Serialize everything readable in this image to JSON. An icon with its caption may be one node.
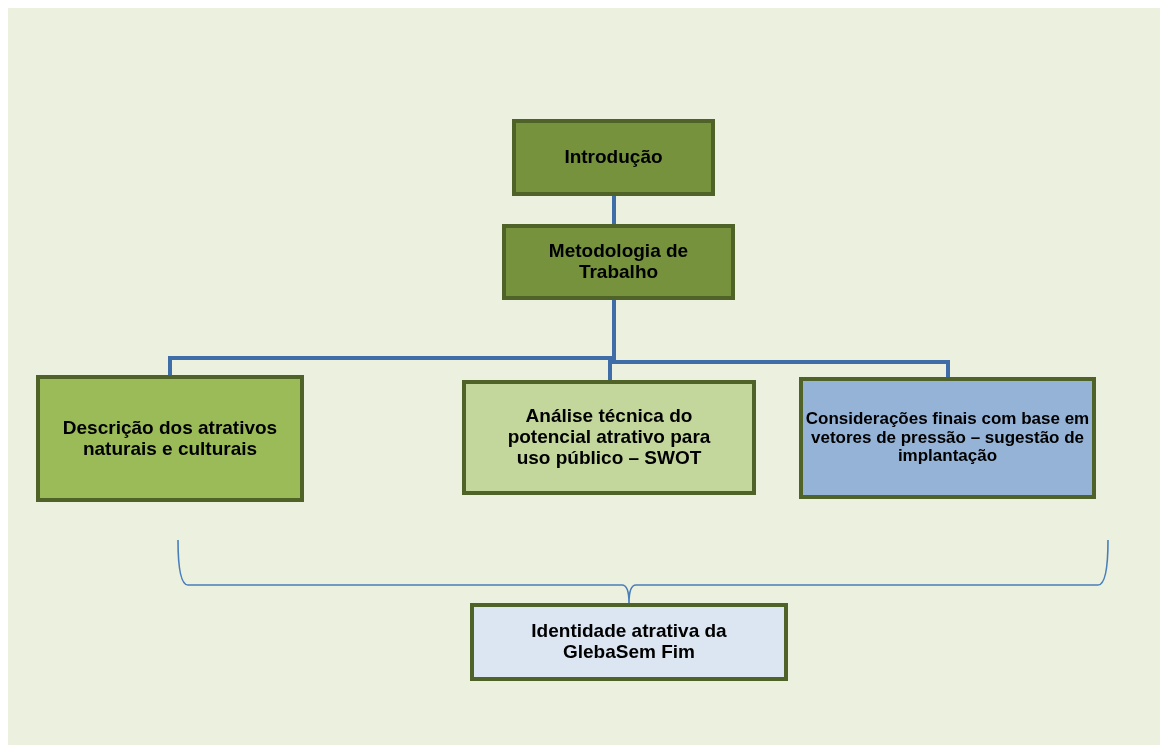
{
  "diagram": {
    "nodes": [
      {
        "text": [
          "Introdução"
        ]
      },
      {
        "text": [
          "Metodologia de Trabalho"
        ]
      },
      {
        "text": [
          "Descrição dos atrativos naturais e culturais"
        ]
      },
      {
        "text": [
          "Análise técnica do potencial atrativo para uso público – SWOT"
        ]
      },
      {
        "text": [
          "Considerações finais com base em vetores de pressão – sugestão de implantação"
        ]
      },
      {
        "text": [
          "Identidade atrativa da GlebaSem Fim"
        ]
      }
    ],
    "edges": [
      {
        "from": 0,
        "to": 1,
        "arrow": "none"
      },
      {
        "from": 1,
        "to": 2,
        "arrow": "none"
      },
      {
        "from": 1,
        "to": 3,
        "arrow": "none"
      },
      {
        "from": 1,
        "to": 4,
        "arrow": "none"
      }
    ]
  }
}
